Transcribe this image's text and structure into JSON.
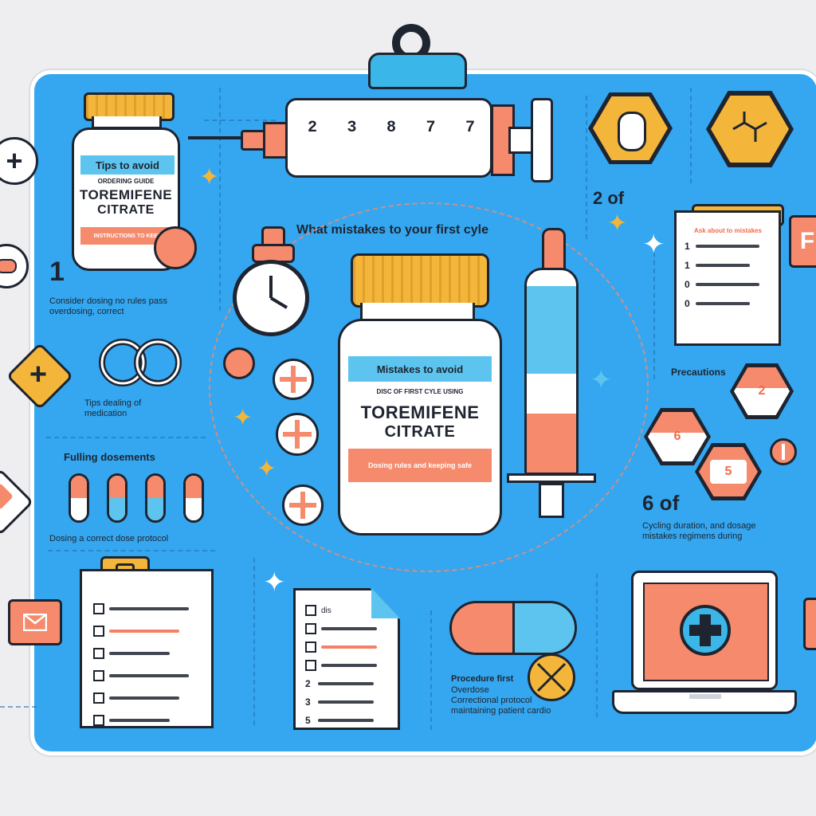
{
  "left_bottle": {
    "band_label": "Tips to avoid",
    "small_line": "ORDERING GUIDE",
    "name_line1": "TOREMIFENE",
    "name_line2": "CITRATE",
    "sub_label": "INSTRUCTIONS TO KEEP"
  },
  "headline": "What mistakes to your first cyle",
  "center_bottle": {
    "band_label": "Mistakes to avoid",
    "small_line": "DISC OF FIRST CYLE USING",
    "name_line1": "TOREMIFENE",
    "name_line2": "CITRATE",
    "sub_label": "Dosing rules and keeping safe"
  },
  "left_column": {
    "step1_number": "1",
    "step1_text": "Consider dosing no rules pass overdosing, correct",
    "rings_caption": "Tips dealing of medication",
    "section_title": "Fulling dosements",
    "pills_caption": "Dosing a correct dose protocol"
  },
  "syringe_marks": [
    "2",
    "3",
    "8",
    "7",
    "7"
  ],
  "right_column": {
    "step2_label": "2 of",
    "checklist_heading": "Ask about to mistakes",
    "checklist_numbers": [
      "1",
      "1",
      "0",
      "0"
    ],
    "precautions_label": "Precautions",
    "hex_numbers": [
      "2",
      "6",
      "5"
    ],
    "step6_label": "6 of",
    "step6_text": "Cycling duration, and dosage mistakes regimens during"
  },
  "bottom": {
    "doc_numbers": [
      "2",
      "3",
      "5"
    ],
    "doc_side_text": "dis",
    "capsule_caption_title": "Procedure first",
    "capsule_caption_lines": [
      "Overdose",
      "Correctional protocol",
      "maintaining patient cardio"
    ]
  },
  "edge_badge": "F",
  "colors": {
    "board": "#34a7f0",
    "accent_orange": "#f58a6c",
    "accent_yellow": "#f4b63a",
    "outline": "#1e2430",
    "light_blue": "#5cc4ee"
  },
  "icons": {
    "syringe": "syringe-icon",
    "clock": "stopwatch-icon",
    "laptop": "laptop-medical-icon",
    "envelope": "envelope-icon"
  }
}
